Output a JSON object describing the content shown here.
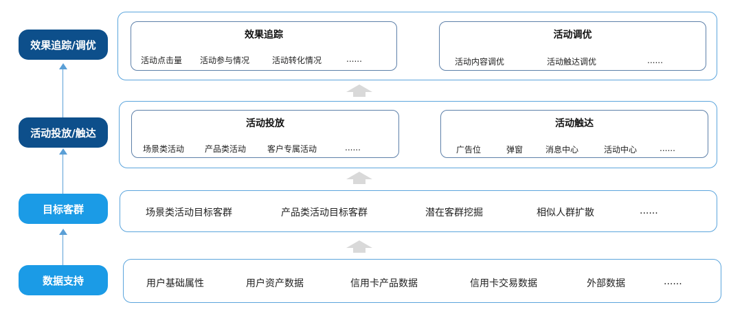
{
  "layers": {
    "effect": {
      "pill": "效果追踪/调优",
      "tracking": {
        "title": "效果追踪",
        "items": [
          "活动点击量",
          "活动参与情况",
          "活动转化情况",
          "......"
        ]
      },
      "tuning": {
        "title": "活动调优",
        "items": [
          "活动内容调优",
          "活动触达调优",
          "......"
        ]
      }
    },
    "delivery": {
      "pill": "活动投放/触达",
      "placement": {
        "title": "活动投放",
        "items": [
          "场景类活动",
          "产品类活动",
          "客户专属活动",
          "......"
        ]
      },
      "reach": {
        "title": "活动触达",
        "items": [
          "广告位",
          "弹窗",
          "消息中心",
          "活动中心",
          "......"
        ]
      }
    },
    "audience": {
      "pill": "目标客群",
      "items": [
        "场景类活动目标客群",
        "产品类活动目标客群",
        "潜在客群挖掘",
        "相似人群扩散",
        "......"
      ]
    },
    "data": {
      "pill": "数据支持",
      "items": [
        "用户基础属性",
        "用户资产数据",
        "信用卡产品数据",
        "信用卡交易数据",
        "外部数据",
        "......"
      ]
    }
  },
  "colors": {
    "pill_dark": "#0d4f8b",
    "pill_light": "#1b9be6",
    "outer_border": "#5aa4dc",
    "inner_border": "#5c7fa8",
    "arrow": "#d9d9d9"
  }
}
